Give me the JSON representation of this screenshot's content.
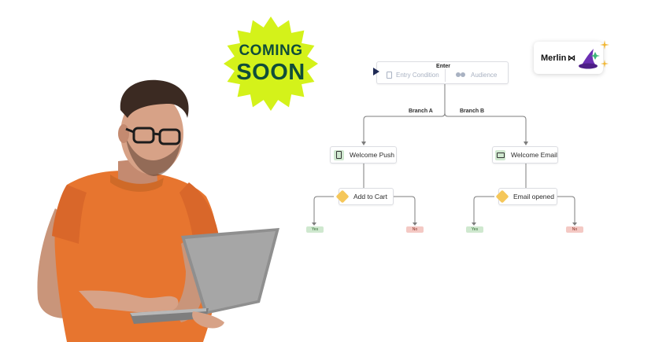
{
  "badge": {
    "line1": "COMING",
    "line2": "SOON",
    "bg": "#d4f21a",
    "text_color": "#0f4d3a"
  },
  "flow": {
    "enter": {
      "title": "Enter",
      "entry_condition": "Entry Condition",
      "audience": "Audience"
    },
    "branch_a": "Branch A",
    "branch_b": "Branch B",
    "push": "Welcome Push",
    "email": "Welcome Email",
    "add_to_cart": "Add to Cart",
    "email_opened": "Email opened",
    "yes": "Yes",
    "no": "No"
  },
  "merlin": {
    "label": "Merlin"
  }
}
